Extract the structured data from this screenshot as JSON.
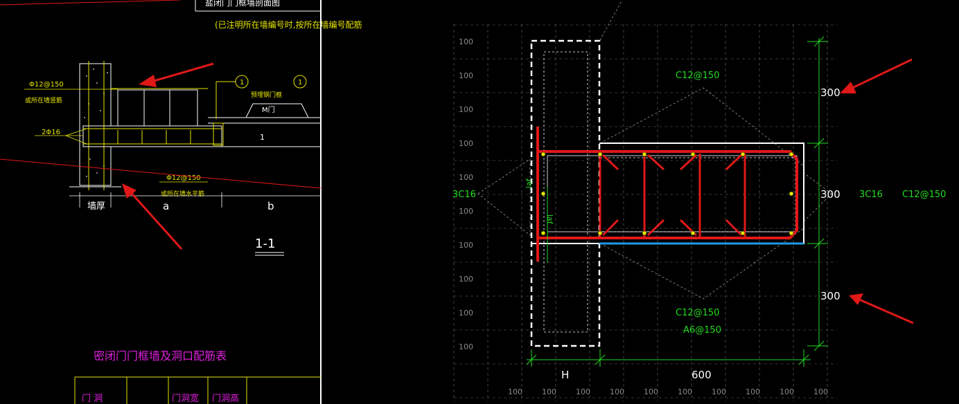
{
  "left_drawing": {
    "header_note": "(已注明所在墙编号时,按所在墙编号配筋",
    "rebar_top_label": "Φ12@150",
    "rebar_top_note": "或所在墙竖筋",
    "rebar_mid_label": "2Φ16",
    "rebar_bottom_label": "Φ12@150",
    "rebar_bottom_note": "或所在墙水平筋",
    "door_label": "预埋钢门框",
    "door_code": "M门",
    "marker_1a": "1",
    "marker_1b": "1",
    "dim_wall": "墙厚",
    "dim_a": "a",
    "dim_b": "b",
    "section_title": "1-1",
    "table_title": "密闭门门框墙及洞口配筋表",
    "table_headers": [
      "门 洞",
      "门洞宽",
      "门洞高"
    ]
  },
  "right_drawing": {
    "grid_label": "100",
    "top_rebar": "C12@150",
    "bottom_rebar_1": "C12@150",
    "bottom_rebar_2": "A6@150",
    "left_rebar": "3C16",
    "right_rebar_1": "3C16",
    "right_rebar_2": "C12@150",
    "dim_right_top": "300",
    "dim_right_mid": "300",
    "dim_right_bottom": "300",
    "dim_bottom_h": "H",
    "dim_bottom_600": "600",
    "laf_1": "laf",
    "laf_2": "laf"
  },
  "colors": {
    "cad_yellow": "#e6e600",
    "cad_green": "#22dd22",
    "cad_red": "#e01818",
    "cad_magenta": "#e020e0",
    "cad_blue": "#1e9be6",
    "grid": "#6a6a6a"
  }
}
